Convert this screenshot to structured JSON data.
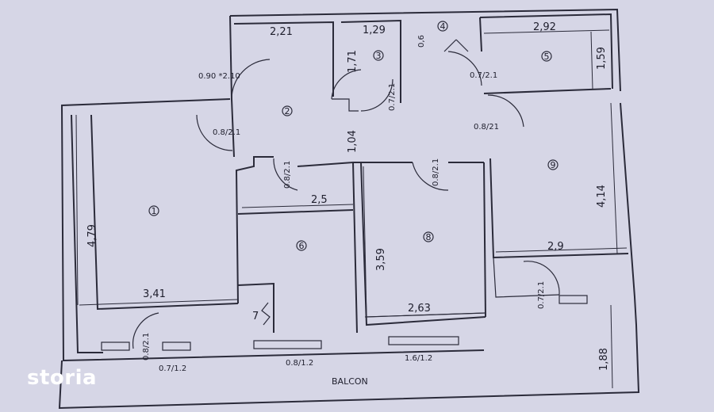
{
  "logo": "storia",
  "balcony_label": "BALCON",
  "rooms": [
    {
      "id": "1",
      "width": "3,41",
      "length": "4,79"
    },
    {
      "id": "2"
    },
    {
      "id": "3",
      "width": "1,29",
      "length": "1,71"
    },
    {
      "id": "4",
      "width": "0,6"
    },
    {
      "id": "5",
      "width": "2,92",
      "length": "1,59"
    },
    {
      "id": "6",
      "width": "2,5"
    },
    {
      "id": "7"
    },
    {
      "id": "8",
      "width": "2,63",
      "length": "3,59"
    },
    {
      "id": "9",
      "width": "2,9",
      "length": "4,14"
    }
  ],
  "dims": {
    "hall_top": "2,21",
    "hall_corridor": "1,04",
    "balcony_depth": "1,88"
  },
  "doors": {
    "entry": "0.90 *2.10",
    "d_room1": "0.8/2.1",
    "d_room6": "0.8/2.1",
    "d_room3": "0.7/2.1",
    "d_room5": "0.7/2.1",
    "d_room9": "0.8/21",
    "d_room8": "0.8/2.1",
    "d_balc1": "0.8/2.1",
    "d_balc9": "0.7/2.1"
  },
  "windows": {
    "w1": "0.7/1.2",
    "w2": "0.8/1.2",
    "w3": "1.6/1.2"
  }
}
